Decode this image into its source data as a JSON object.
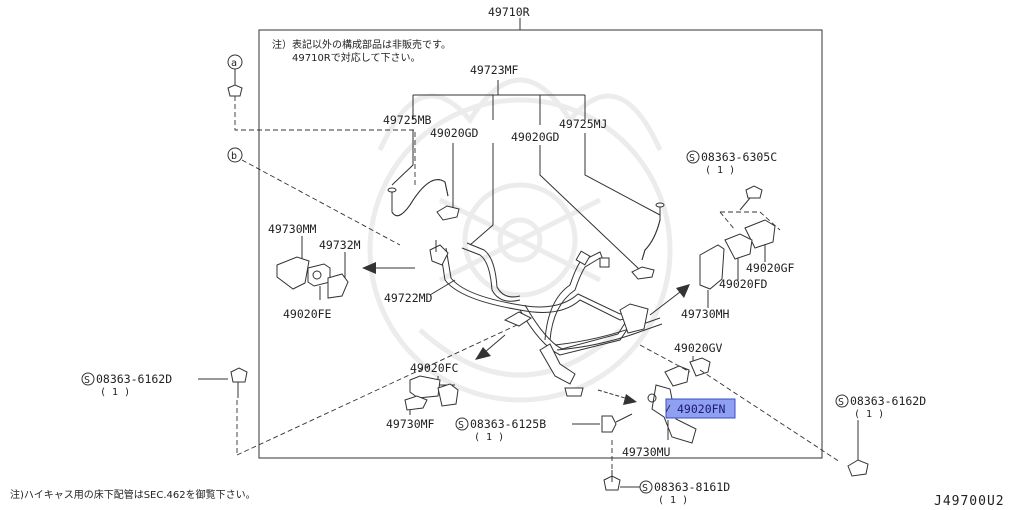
{
  "assembly_number": "49710R",
  "notes": {
    "box_note_line1": "注）表記以外の構成部品は非販売です。",
    "box_note_line2": "49710Rで対応して下さい。",
    "footer_note": "注)ハイキャス用の床下配管はSEC.462を御覧下さい。"
  },
  "callouts": {
    "a": "a",
    "b": "b"
  },
  "parts": {
    "p49723MF": "49723MF",
    "p49725MB": "49725MB",
    "p49020GD_left": "49020GD",
    "p49020GD_right": "49020GD",
    "p49725MJ": "49725MJ",
    "p49730MM": "49730MM",
    "p49732M": "49732M",
    "p49722MD": "49722MD",
    "p49020FE": "49020FE",
    "p49020FC": "49020FC",
    "p49730MF": "49730MF",
    "p49730MH": "49730MH",
    "p49020FD": "49020FD",
    "p49020GF": "49020GF",
    "p49020GV": "49020GV",
    "p49020FN": "49020FN",
    "p49730MU": "49730MU"
  },
  "bolts": {
    "b6305C": {
      "symbol": "S",
      "number": "08363-6305C",
      "qty": "( 1 )"
    },
    "b6162D_left": {
      "symbol": "S",
      "number": "08363-6162D",
      "qty": "( 1 )"
    },
    "b6125B": {
      "symbol": "S",
      "number": "08363-6125B",
      "qty": "( 1 )"
    },
    "b8161D": {
      "symbol": "S",
      "number": "08363-8161D",
      "qty": "( 1 )"
    },
    "b6162D_right": {
      "symbol": "S",
      "number": "08363-6162D",
      "qty": "( 1 )"
    }
  },
  "diagram_code": "J49700U2",
  "highlight_color": "#8f9ff2"
}
